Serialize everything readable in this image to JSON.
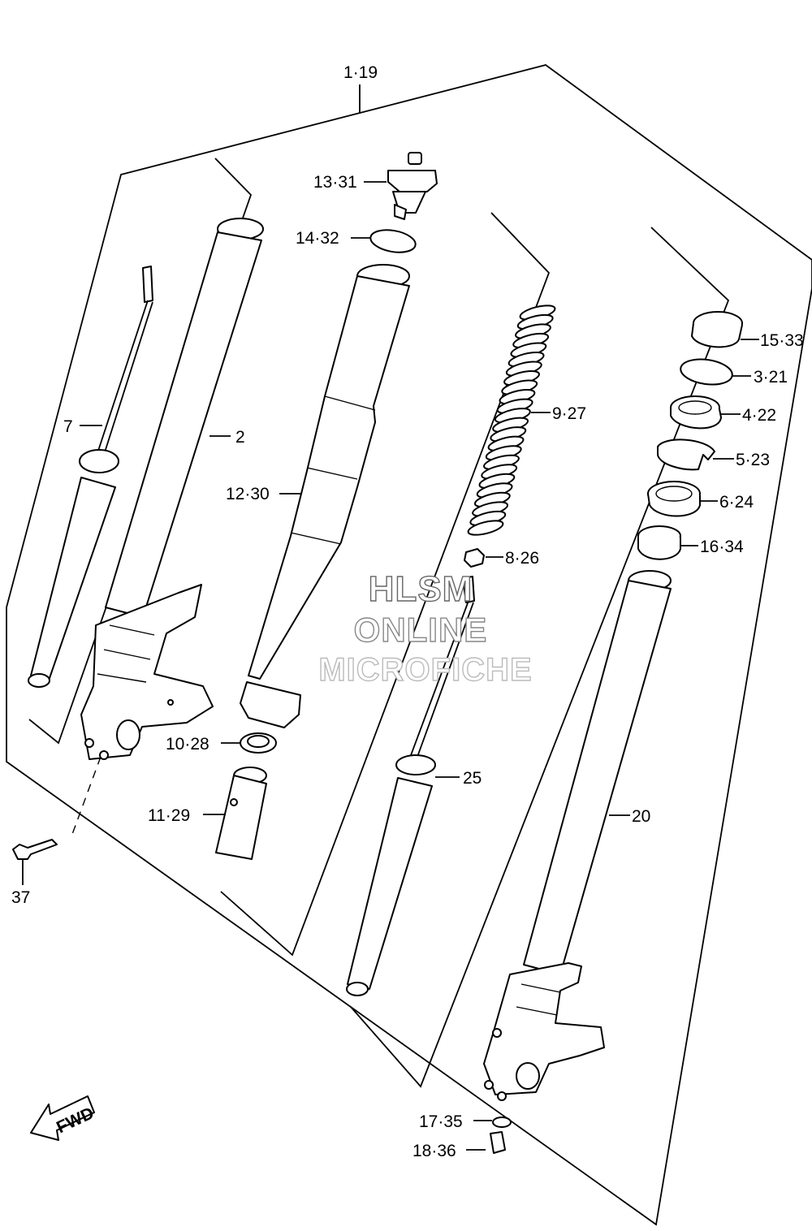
{
  "callouts": {
    "c1": "1·19",
    "c13": "13·31",
    "c14": "14·32",
    "c15": "15·33",
    "c3": "3·21",
    "c4": "4·22",
    "c5": "5·23",
    "c6": "6·24",
    "c16": "16·34",
    "c7": "7",
    "c2": "2",
    "c12": "12·30",
    "c9": "9·27",
    "c8": "8·26",
    "c10": "10·28",
    "c11": "11·29",
    "c25": "25",
    "c20": "20",
    "c37": "37",
    "c17": "17·35",
    "c18": "18·36"
  },
  "watermark": {
    "line1": "HLSM",
    "line2": "ONLINE",
    "line3": "MICROFICHE"
  },
  "direction_arrow": {
    "label": "FWD"
  }
}
